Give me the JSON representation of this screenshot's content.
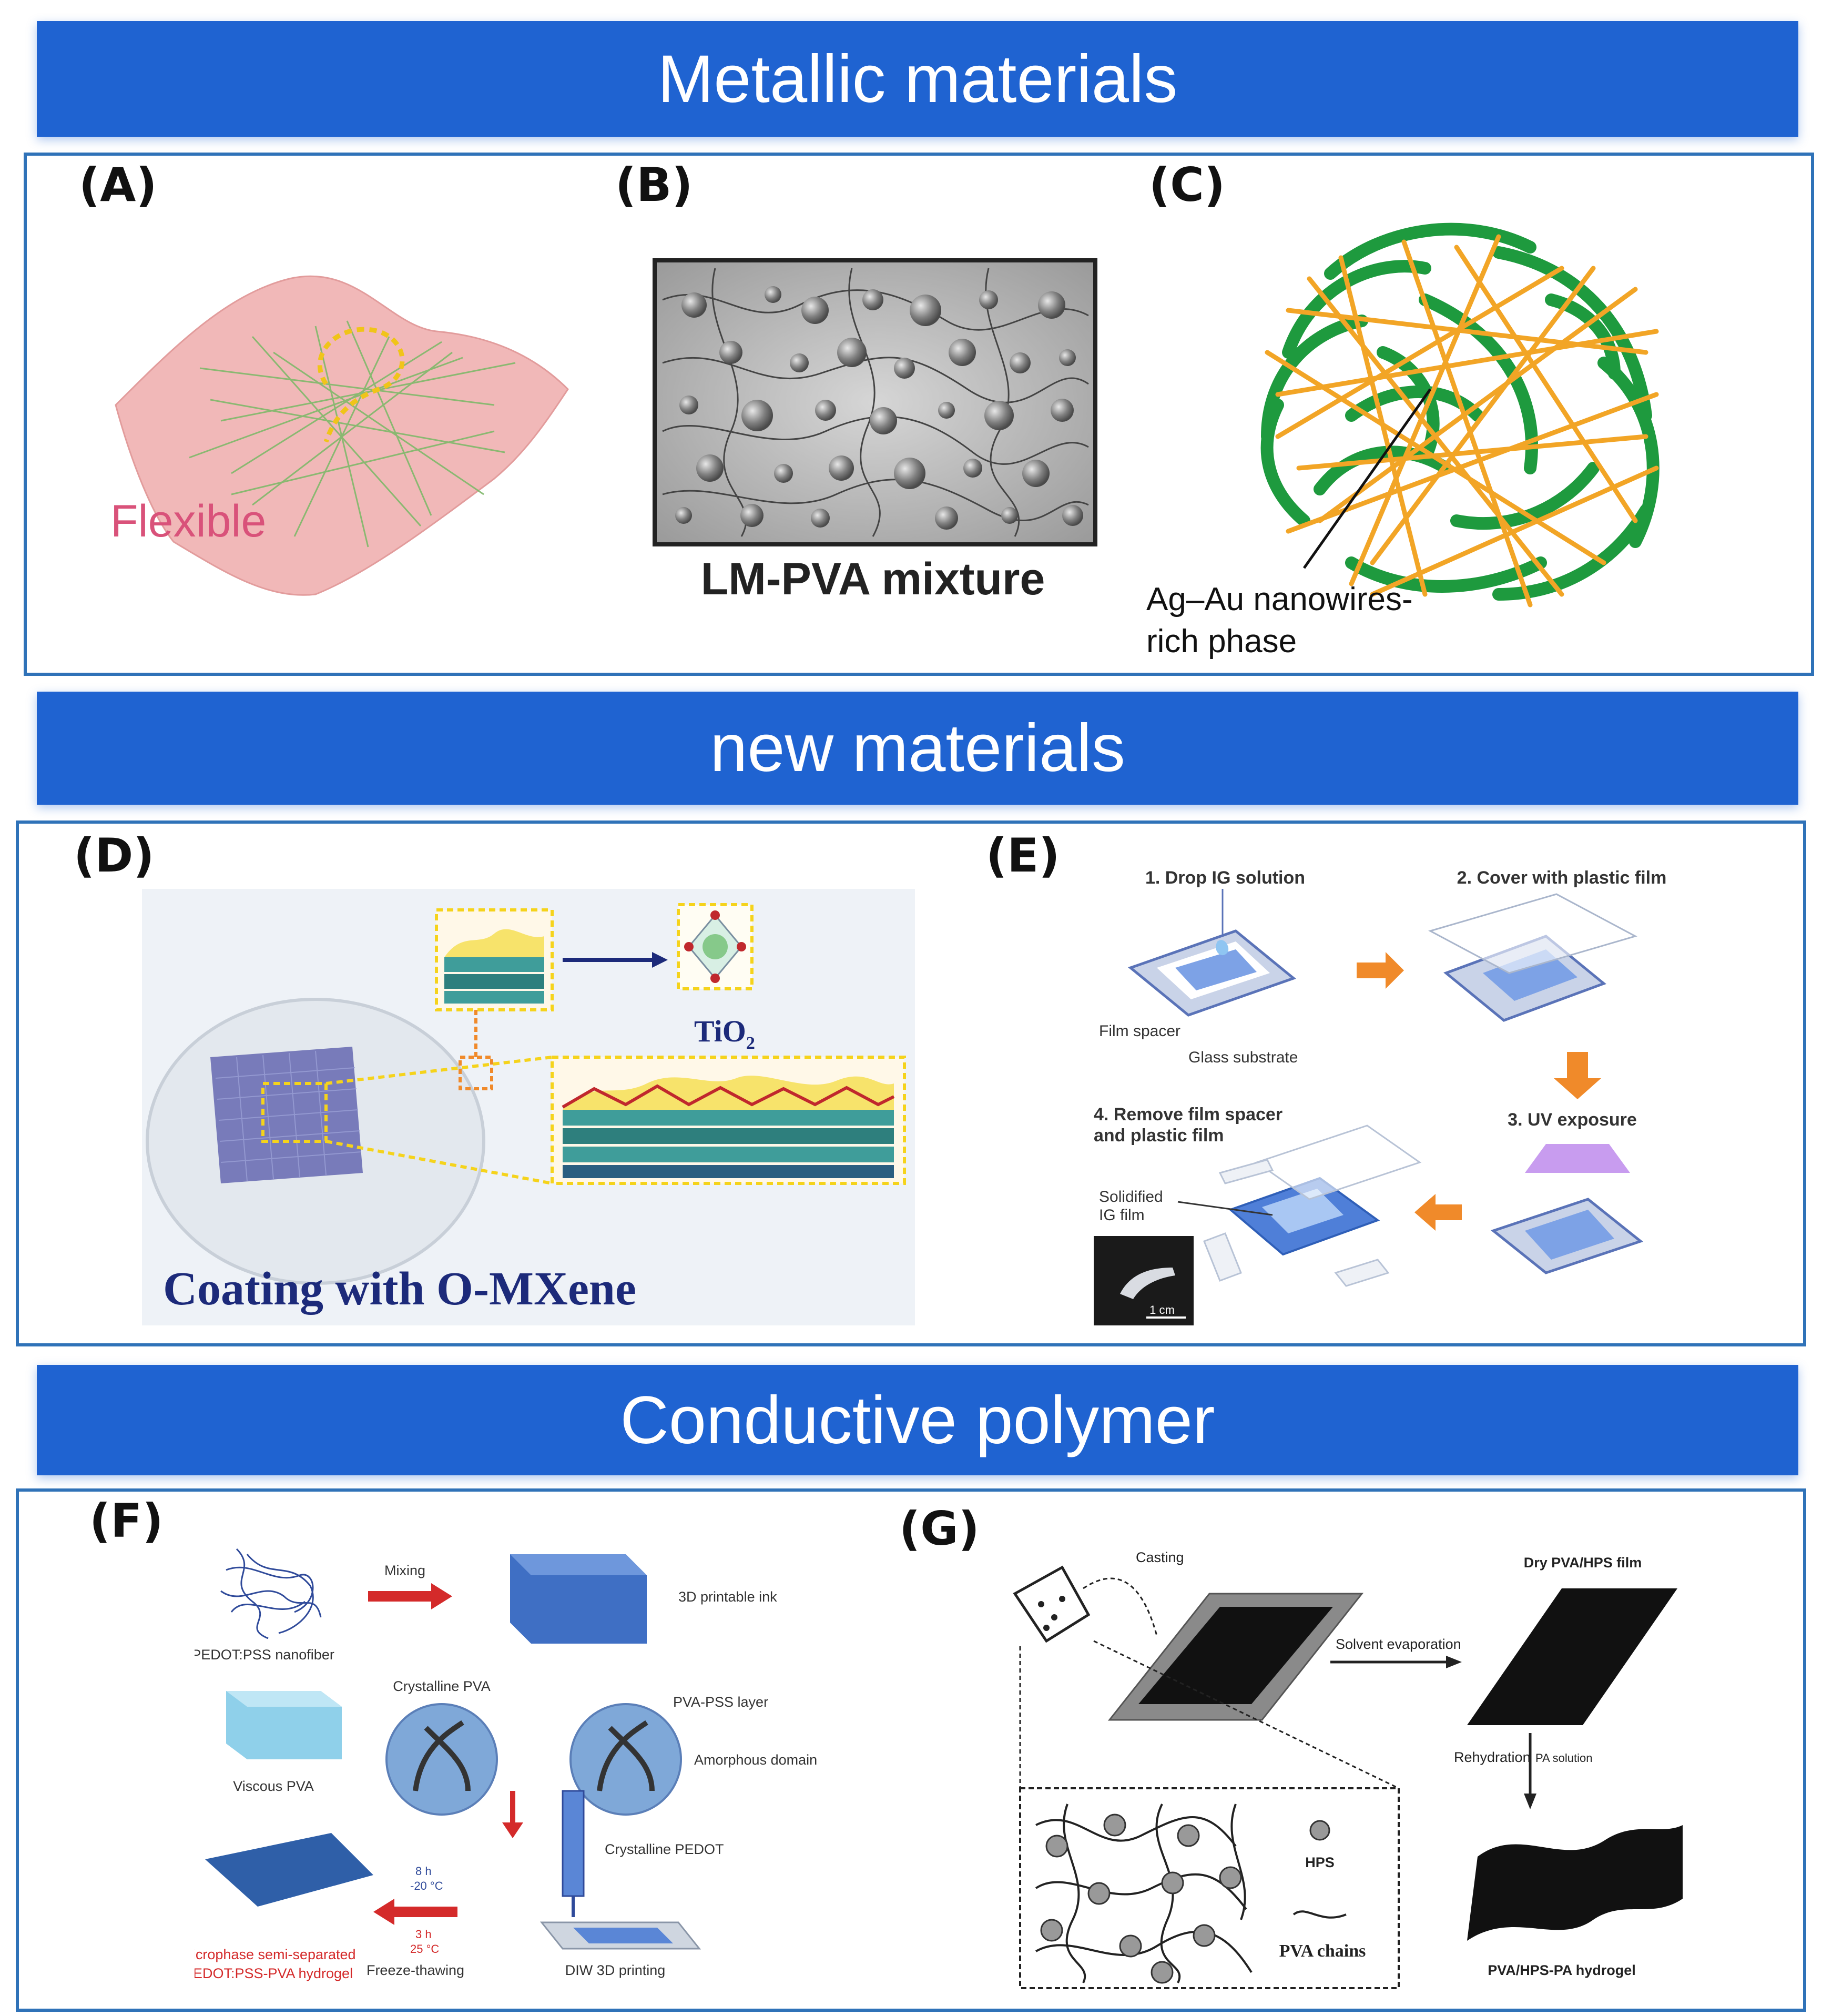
{
  "sections": [
    {
      "title": "Metallic materials"
    },
    {
      "title": "new materials"
    },
    {
      "title": "Conductive polymer"
    }
  ],
  "panels": {
    "A": {
      "label": "(A)",
      "caption": "Flexible"
    },
    "B": {
      "label": "(B)",
      "caption": "LM-PVA mixture"
    },
    "C": {
      "label": "(C)",
      "caption_line1": "Ag–Au nanowires-",
      "caption_line2": "rich phase"
    },
    "D": {
      "label": "(D)",
      "caption": "Coating with O-MXene",
      "tio2_main": "TiO",
      "tio2_sub": "2"
    },
    "E": {
      "label": "(E)",
      "step1": "1. Drop IG solution",
      "step2": "2. Cover with plastic film",
      "step3": "3. UV exposure",
      "step4_line1": "4. Remove film spacer",
      "step4_line2": "and plastic film",
      "film_spacer": "Film spacer",
      "glass_substrate": "Glass substrate",
      "solidified_line1": "Solidified",
      "solidified_line2": "IG film",
      "scale": "1 cm"
    },
    "F": {
      "label": "(F)",
      "pedot_nanofiber": "PEDOT:PSS nanofiber",
      "mixing": "Mixing",
      "printable_ink": "3D printable ink",
      "viscous_pva": "Viscous PVA",
      "crystalline_pva": "Crystalline PVA",
      "pva_pss_layer": "PVA-PSS layer",
      "amorphous_domain": "Amorphous domain",
      "crystalline_pedot": "Crystalline PEDOT",
      "time_8h": "8 h",
      "temp_minus20": "-20 °C",
      "time_3h": "3 h",
      "temp_25": "25 °C",
      "freeze_thawing": "Freeze-thawing",
      "diw_printing": "DIW 3D printing",
      "hydrogel_line1": "Microphase semi-separated",
      "hydrogel_line2": "PEDOT:PSS-PVA hydrogel"
    },
    "G": {
      "label": "(G)",
      "casting": "Casting",
      "dry_film": "Dry PVA/HPS film",
      "solvent_evaporation": "Solvent evaporation",
      "rehydration": "Rehydration",
      "pa_solution": "PA solution",
      "hps": "HPS",
      "pva_chains": "PVA chains",
      "hydrogel": "PVA/HPS-PA hydrogel"
    }
  },
  "colors": {
    "banner": "#1f63d1",
    "border": "#2f72b8",
    "flexible_pink": "#d9527a",
    "wire_green": "#1e9a3e",
    "wire_orange": "#f2a526",
    "arrow_orange": "#f08a2a",
    "arrow_red": "#d42a2a"
  }
}
